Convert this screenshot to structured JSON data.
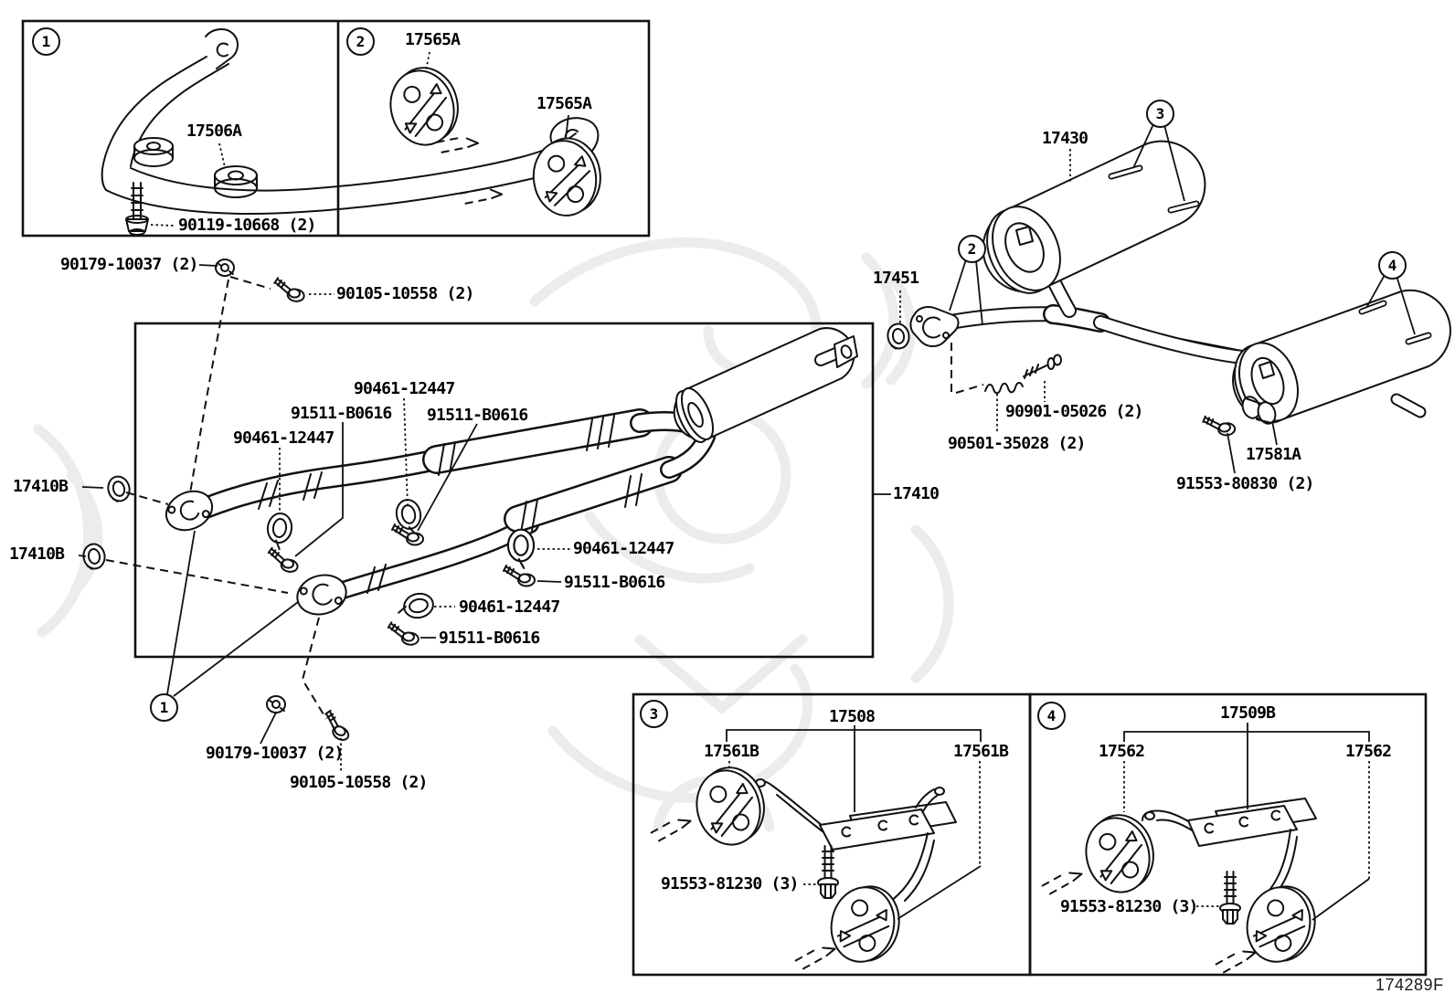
{
  "doc": {
    "code": "174289F"
  },
  "colors": {
    "line": "#111111",
    "watermark": "#ececec",
    "background": "#ffffff"
  },
  "callouts": {
    "one": "1",
    "two": "2",
    "three": "3",
    "four": "4"
  },
  "labels": {
    "bracket_front": "17506A",
    "bracket_front_bolt": "90119-10668 (2)",
    "hanger_a": "17565A",
    "hanger_b": "17565A",
    "nut_front": "90179-10037 (2)",
    "bolt_front": "90105-10558 (2)",
    "gasket_a": "17410B",
    "gasket_b": "17410B",
    "support_1": "90461-12447",
    "bolt_1": "91511-B0616",
    "bolt_2": "91511-B0616",
    "support_2": "90461-12447",
    "support_3": "90461-12447",
    "bolt_3": "91511-B0616",
    "support_4": "90461-12447",
    "bolt_4": "91511-B0616",
    "front_pipe": "17410",
    "nut_rear": "90179-10037 (2)",
    "bolt_rear": "90105-10558 (2)",
    "gasket_center": "17451",
    "center_muffler": "17430",
    "stud": "90901-05026 (2)",
    "spring": "90501-35028 (2)",
    "clamp": "17581A",
    "clamp_bolt": "91553-80830 (2)",
    "bracket_rr": "17508",
    "cushion_rr_l": "17561B",
    "cushion_rr_r": "17561B",
    "bracket_rr_bolt": "91553-81230 (3)",
    "bracket_rl": "17509B",
    "cushion_rl_l": "17562",
    "cushion_rl_r": "17562",
    "bracket_rl_bolt": "91553-81230 (3)"
  }
}
